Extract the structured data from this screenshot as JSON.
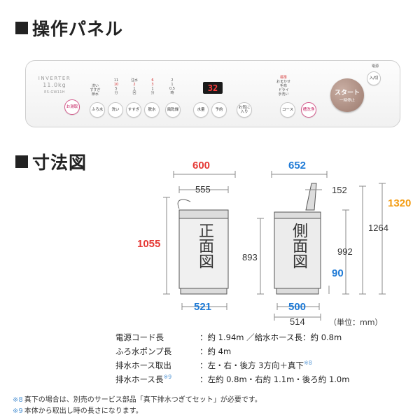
{
  "sections": {
    "panel_title": "操作パネル",
    "dimensions_title": "寸法図"
  },
  "panel": {
    "brand": "INVERTER",
    "capacity": "11.0kg",
    "model": "ES-GW11H",
    "buttons": {
      "power_note": "電源",
      "power": "入/切",
      "washtub": "ふろ水",
      "wash": "洗い",
      "rinse": "すすぎ",
      "spin": "脱水",
      "fold": "風乾燥",
      "water": "水量",
      "timer": "予約",
      "course": "コース",
      "favorite": "お気に入り",
      "heavy": "お湯取",
      "self_clean": "槽洗浄"
    },
    "labels": {
      "wash_steps": [
        "11",
        "10",
        "5",
        "分"
      ],
      "rinse_steps": [
        "注水",
        "2",
        "1",
        "回"
      ],
      "spin_steps": [
        "6",
        "3",
        "1",
        "分"
      ],
      "water_levels": [
        "2",
        "1",
        "0.5",
        "時"
      ],
      "menu": [
        "洗い",
        "すすぎ",
        "節水"
      ],
      "course_items": [
        "標準",
        "おまかせ",
        "毛布",
        "ドライ",
        "手洗い"
      ]
    },
    "display_value": "32",
    "start": {
      "main": "スタート",
      "sub": "一時停止"
    }
  },
  "views": {
    "front": "正面図",
    "side": "側面図"
  },
  "dimensions": {
    "front_width": "600",
    "front_inner": "555",
    "front_height": "1055",
    "front_base": "521",
    "side_depth": "652",
    "side_top_offset": "152",
    "side_total_height": "1320",
    "side_lid_height": "1264",
    "side_body_height": "992",
    "front_body_height": "893",
    "side_base_depth": "500",
    "side_base_full": "514",
    "side_foot": "90",
    "unit": "（単位：mm）"
  },
  "specs": [
    {
      "key": "電源コード長",
      "value": "：約 1.94m ／給水ホース長：約 0.8m",
      "mark": ""
    },
    {
      "key": "ふろ水ポンプ長",
      "value": "：約 4m",
      "mark": ""
    },
    {
      "key": "排水ホース取出",
      "value": "：左・右・後方 3方向＋真下",
      "mark": "※8"
    },
    {
      "key": "排水ホース長",
      "value": "：左約 0.8m・右約 1.1m・後ろ約 1.0m",
      "mark": "※9"
    }
  ],
  "notes": [
    {
      "mark": "※8",
      "text": "真下の場合は、別売のサービス部品「真下排水つぎてセット」が必要です。"
    },
    {
      "mark": "※9",
      "text": "本体から取出し時の長さになります。"
    }
  ],
  "colors": {
    "primary_dim": "#e53935",
    "secondary_dim": "#1e7ad6",
    "total_dim": "#f39c12"
  }
}
